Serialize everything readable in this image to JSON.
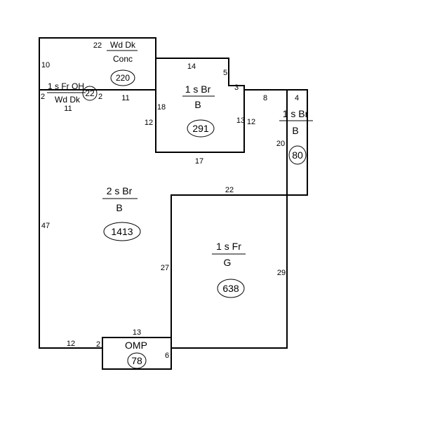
{
  "areas": {
    "deck": {
      "line1": "Wd Dk",
      "line2": "Conc",
      "sqft": "220"
    },
    "overhang": {
      "line1": "1 s Fr OH",
      "line2": "Wd Dk",
      "sqft": "22"
    },
    "br291": {
      "line1": "1 s Br",
      "line2": "B",
      "sqft": "291"
    },
    "br80": {
      "line1": "1 s Br",
      "line2": "B",
      "sqft": "80"
    },
    "main": {
      "line1": "2 s Br",
      "line2": "B",
      "sqft": "1413"
    },
    "garage": {
      "line1": "1 s Fr",
      "line2": "G",
      "sqft": "638"
    },
    "omp": {
      "line1": "OMP",
      "sqft": "78"
    }
  },
  "dimensions": {
    "deck_top": "22",
    "deck_left": "10",
    "oh_left": "2",
    "oh_bottom": "11",
    "oh_right": "2",
    "deck_bottom": "11",
    "br291_top": "14",
    "br291_step": "5",
    "br291_step_top": "3",
    "br291_left_upper": "18",
    "br291_left_lower": "12",
    "br291_right_a": "13",
    "br291_right_b": "12",
    "br291_bottom": "17",
    "br80_left_top": "8",
    "br80_top": "4",
    "br80_left": "20",
    "garage_top": "22",
    "main_left": "47",
    "garage_left": "27",
    "garage_right": "29",
    "main_bottom": "12",
    "omp_left": "2",
    "omp_top": "13",
    "omp_right": "6"
  }
}
